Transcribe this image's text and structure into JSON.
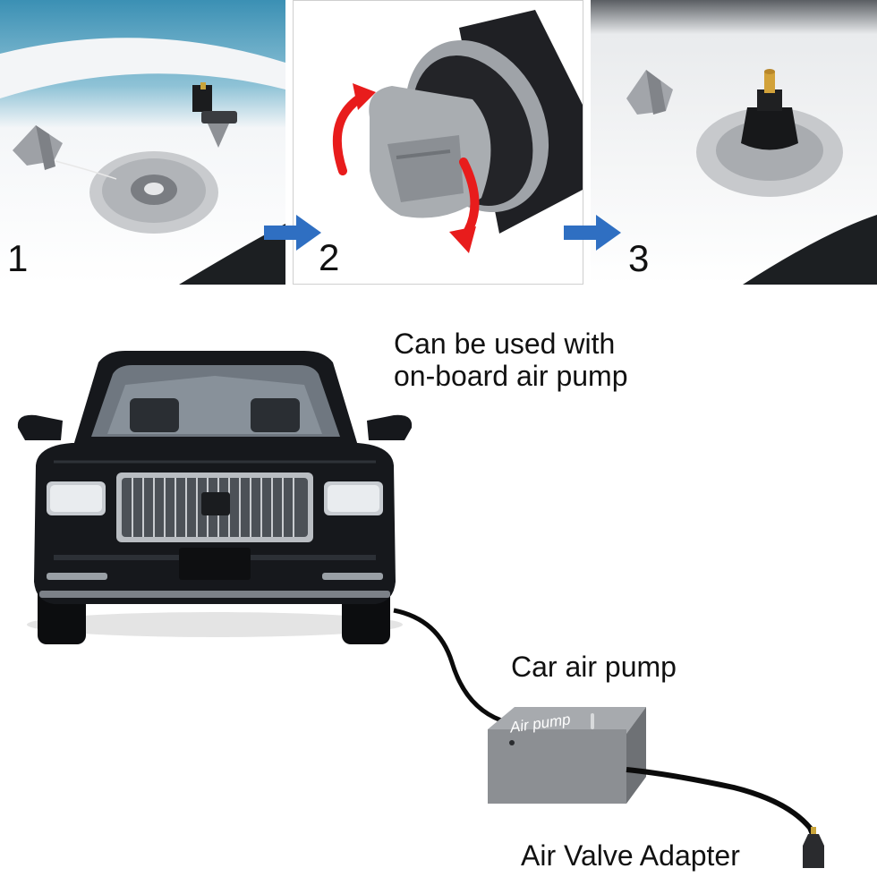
{
  "steps": [
    {
      "number": "1"
    },
    {
      "number": "2"
    },
    {
      "number": "3"
    }
  ],
  "captions": {
    "onboard_line1": "Can be used with",
    "onboard_line2": "on-board air pump",
    "car_air_pump": "Car air pump",
    "air_valve_adapter": "Air Valve Adapter"
  },
  "pump_label": "Air pump",
  "colors": {
    "step_arrow": "#2f6fc2",
    "rotate_arrow": "#e81c1c",
    "car_body": "#16181c",
    "pump_body": "#8c8f93"
  }
}
